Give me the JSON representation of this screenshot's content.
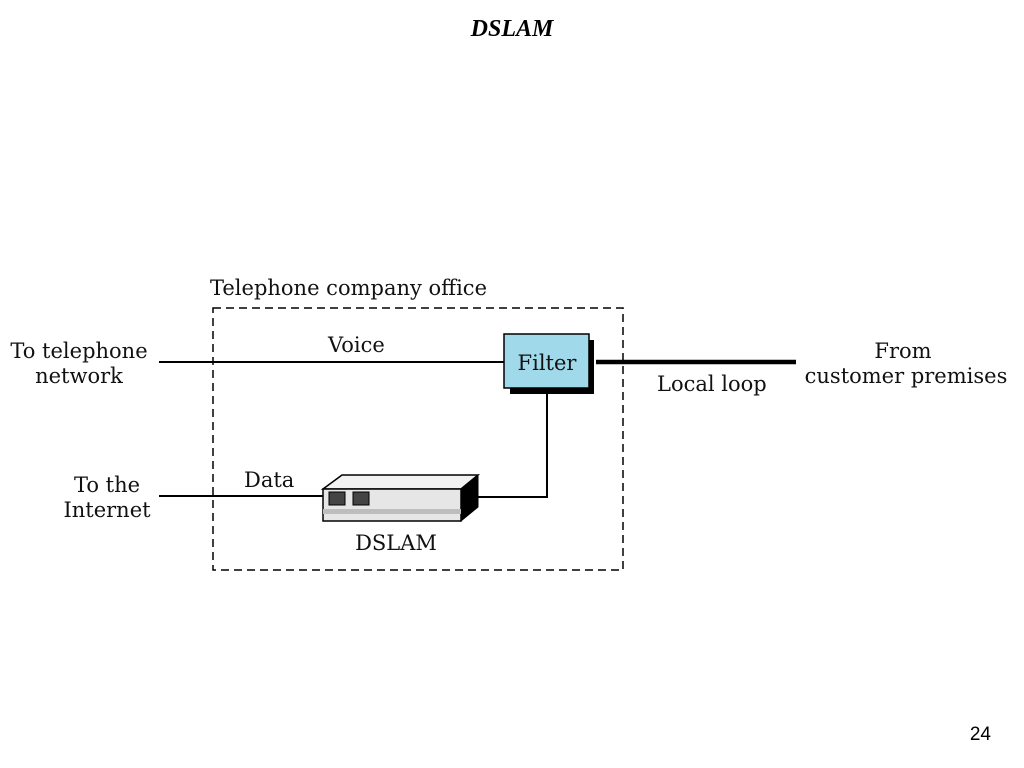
{
  "slide": {
    "title": "DSLAM",
    "page_number": "24"
  },
  "diagram": {
    "office_label": "Telephone company office",
    "voice_label": "Voice",
    "data_label": "Data",
    "filter_label": "Filter",
    "dslam_label": "DSLAM",
    "local_loop_label": "Local loop",
    "to_telephone_network": [
      "To telephone",
      "network"
    ],
    "to_the_internet": [
      "To the",
      "Internet"
    ],
    "from_customer_premises": [
      "From",
      "customer premises"
    ]
  },
  "colors": {
    "filter_fill": "#9fd9ea",
    "line": "#000000",
    "device_body": "#e6e6e6",
    "device_top": "#f2f2f2",
    "device_port": "#444444"
  }
}
